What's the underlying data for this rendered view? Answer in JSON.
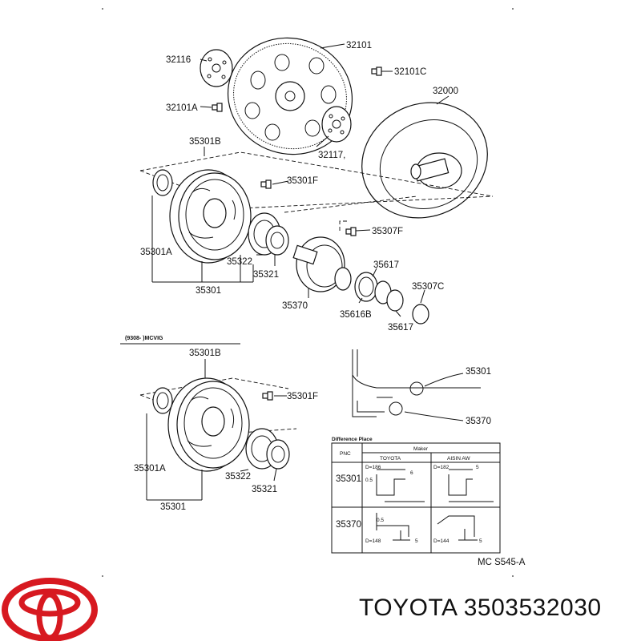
{
  "labels": {
    "p32101": "32101",
    "p32116": "32116",
    "p32101C": "32101C",
    "p32000": "32000",
    "p32101A": "32101A",
    "p32117": "32117,",
    "p35301B_top": "35301B",
    "p35301F_top": "35301F",
    "p35307F": "35307F",
    "p35301A_top": "35301A",
    "p35322_top": "35322",
    "p35321_top": "35321",
    "p35301_top": "35301",
    "p35370_top": "35370",
    "p35617a": "35617",
    "p35307C": "35307C",
    "p35616B": "35616B",
    "p35617b": "35617",
    "date_range": "(9308-    )MCVIG",
    "p35301B_bot": "35301B",
    "p35301F_bot": "35301F",
    "p35301A_bot": "35301A",
    "p35322_bot": "35322",
    "p35321_bot": "35321",
    "p35301_bot": "35301",
    "p35301_detail": "35301",
    "p35370_detail": "35370"
  },
  "difference_table": {
    "title": "Difference Place",
    "header_maker": "Maker",
    "header_pnc": "PNC",
    "header_toyota": "TOYOTA",
    "header_aisin": "AISIN AW",
    "row1_pnc": "35301",
    "row1_toyota_d": "D=186",
    "row1_toyota_05": "0.5",
    "row1_toyota_6": "6",
    "row1_aisin_d": "D=182",
    "row1_aisin_5": "5",
    "row2_pnc": "35370",
    "row2_toyota_05": "0.5",
    "row2_toyota_d": "D=148",
    "row2_toyota_5": "5",
    "row2_aisin_d": "D=144",
    "row2_aisin_5": "5"
  },
  "figure_code": "MC S545-A",
  "brand": {
    "text": "TOYOTA 3503532030",
    "logo_color": "#d71920"
  }
}
